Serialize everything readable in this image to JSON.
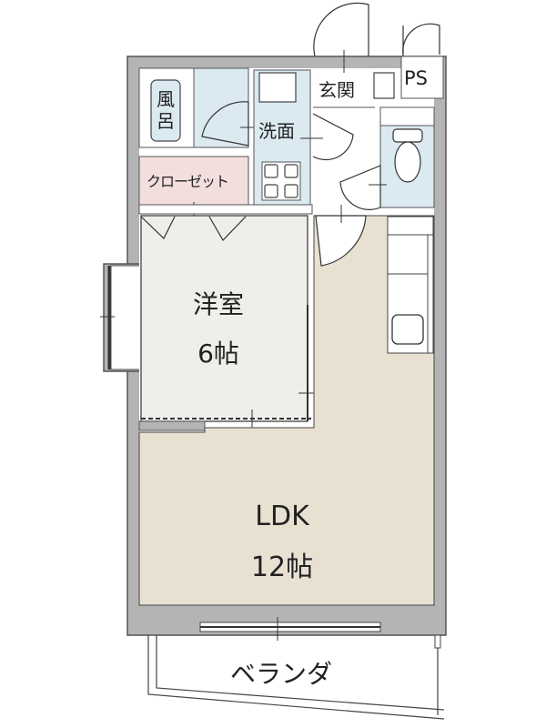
{
  "floorplan": {
    "rooms": {
      "bath": {
        "label_line1": "風",
        "label_line2": "呂"
      },
      "washroom": {
        "label": "洗面"
      },
      "entrance": {
        "label": "玄関"
      },
      "ps": {
        "label": "PS"
      },
      "closet": {
        "label": "クローゼット"
      },
      "western_room": {
        "label": "洋室",
        "size": "6帖"
      },
      "ldk": {
        "label": "LDK",
        "size": "12帖"
      },
      "veranda": {
        "label": "ベランダ"
      }
    },
    "colors": {
      "wall": "#b4b4b4",
      "wall_outline": "#555555",
      "wet_area": "#dbe9f1",
      "closet": "#f3dede",
      "western_room": "#efeeea",
      "ldk": "#e8e1d2",
      "line": "#333333"
    }
  }
}
